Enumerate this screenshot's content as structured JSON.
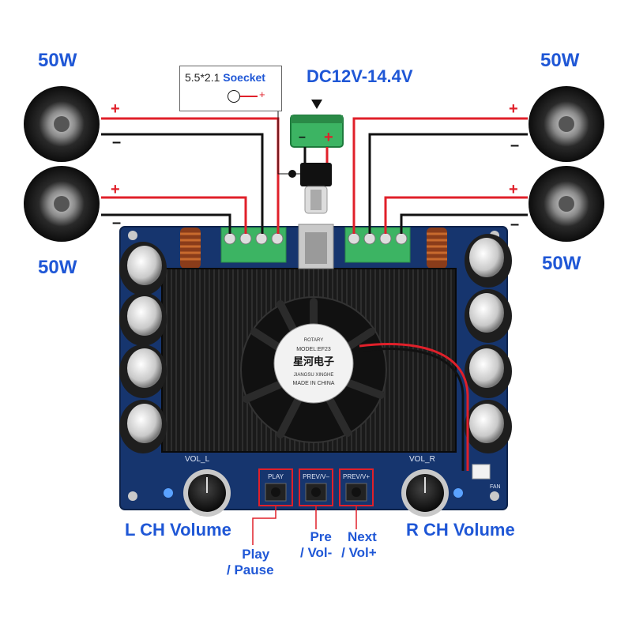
{
  "labels": {
    "watt_top_left": "50W",
    "watt_top_right": "50W",
    "watt_mid_left": "50W",
    "watt_mid_right": "50W",
    "power_input": "DC12V-14.4V",
    "socket_size": "5.5*2.1",
    "socket_word": "Soecket",
    "plus": "+",
    "minus": "–",
    "l_volume": "L CH Volume",
    "r_volume": "R CH Volume",
    "play_line1": "Play",
    "play_line2": "/ Pause",
    "pre_line1": "Pre",
    "pre_line2": "/ Vol-",
    "next_line1": "Next",
    "next_line2": "/ Vol+"
  },
  "board": {
    "vol_l": "VOL_L",
    "vol_r": "VOL_R",
    "btn_play": "PLAY",
    "btn_prev": "PREV/V–",
    "btn_next": "PREV/V+",
    "fan_label": "FAN",
    "fan_text_top": "ROTARY",
    "fan_text_brand": "星河电子",
    "fan_text_model": "MODEL:EF23",
    "fan_text_city": "JIANGSU XINGHE",
    "fan_text_made": "MADE IN CHINA"
  },
  "colors": {
    "accent_blue": "#1f57d6",
    "wire_red": "#e0202a",
    "wire_black": "#111111",
    "pcb_blue": "#16356e",
    "terminal_green": "#3cb463",
    "heatsink": "#1b1b1b"
  }
}
